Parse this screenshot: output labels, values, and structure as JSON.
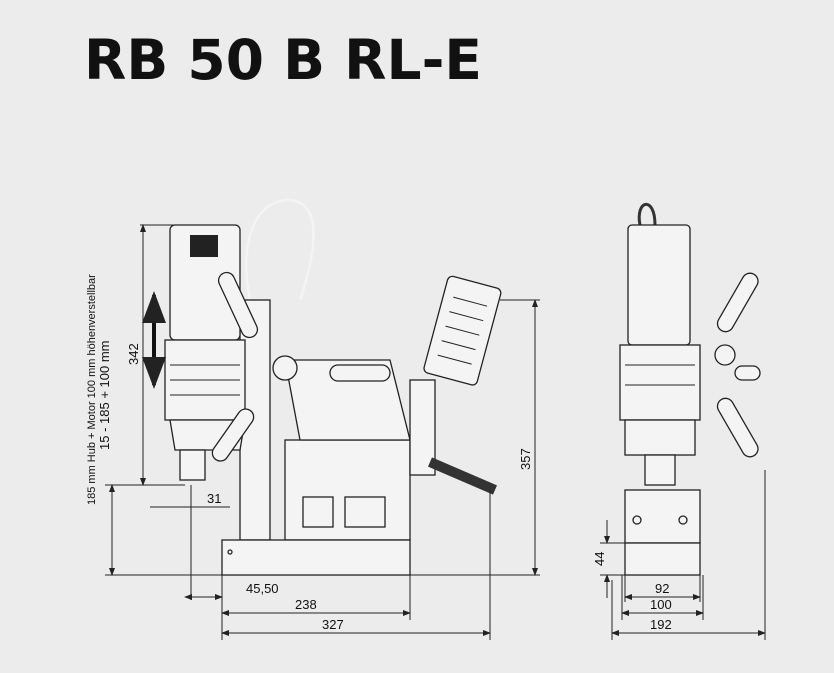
{
  "title": "RB 50 B RL-E",
  "side_view": {
    "stroke_label": "185 mm Hub + Motor 100 mm höhenverstellbar",
    "range_label": "15 - 185 + 100 mm",
    "dims": {
      "height_motor": "342",
      "total_height": "357",
      "spindle_offset": "31",
      "base_offset": "45,50",
      "base_length": "238",
      "total_length": "327"
    }
  },
  "front_view": {
    "dims": {
      "base_height": "44",
      "magnet_width": "92",
      "base_width": "100",
      "total_width": "192"
    }
  }
}
